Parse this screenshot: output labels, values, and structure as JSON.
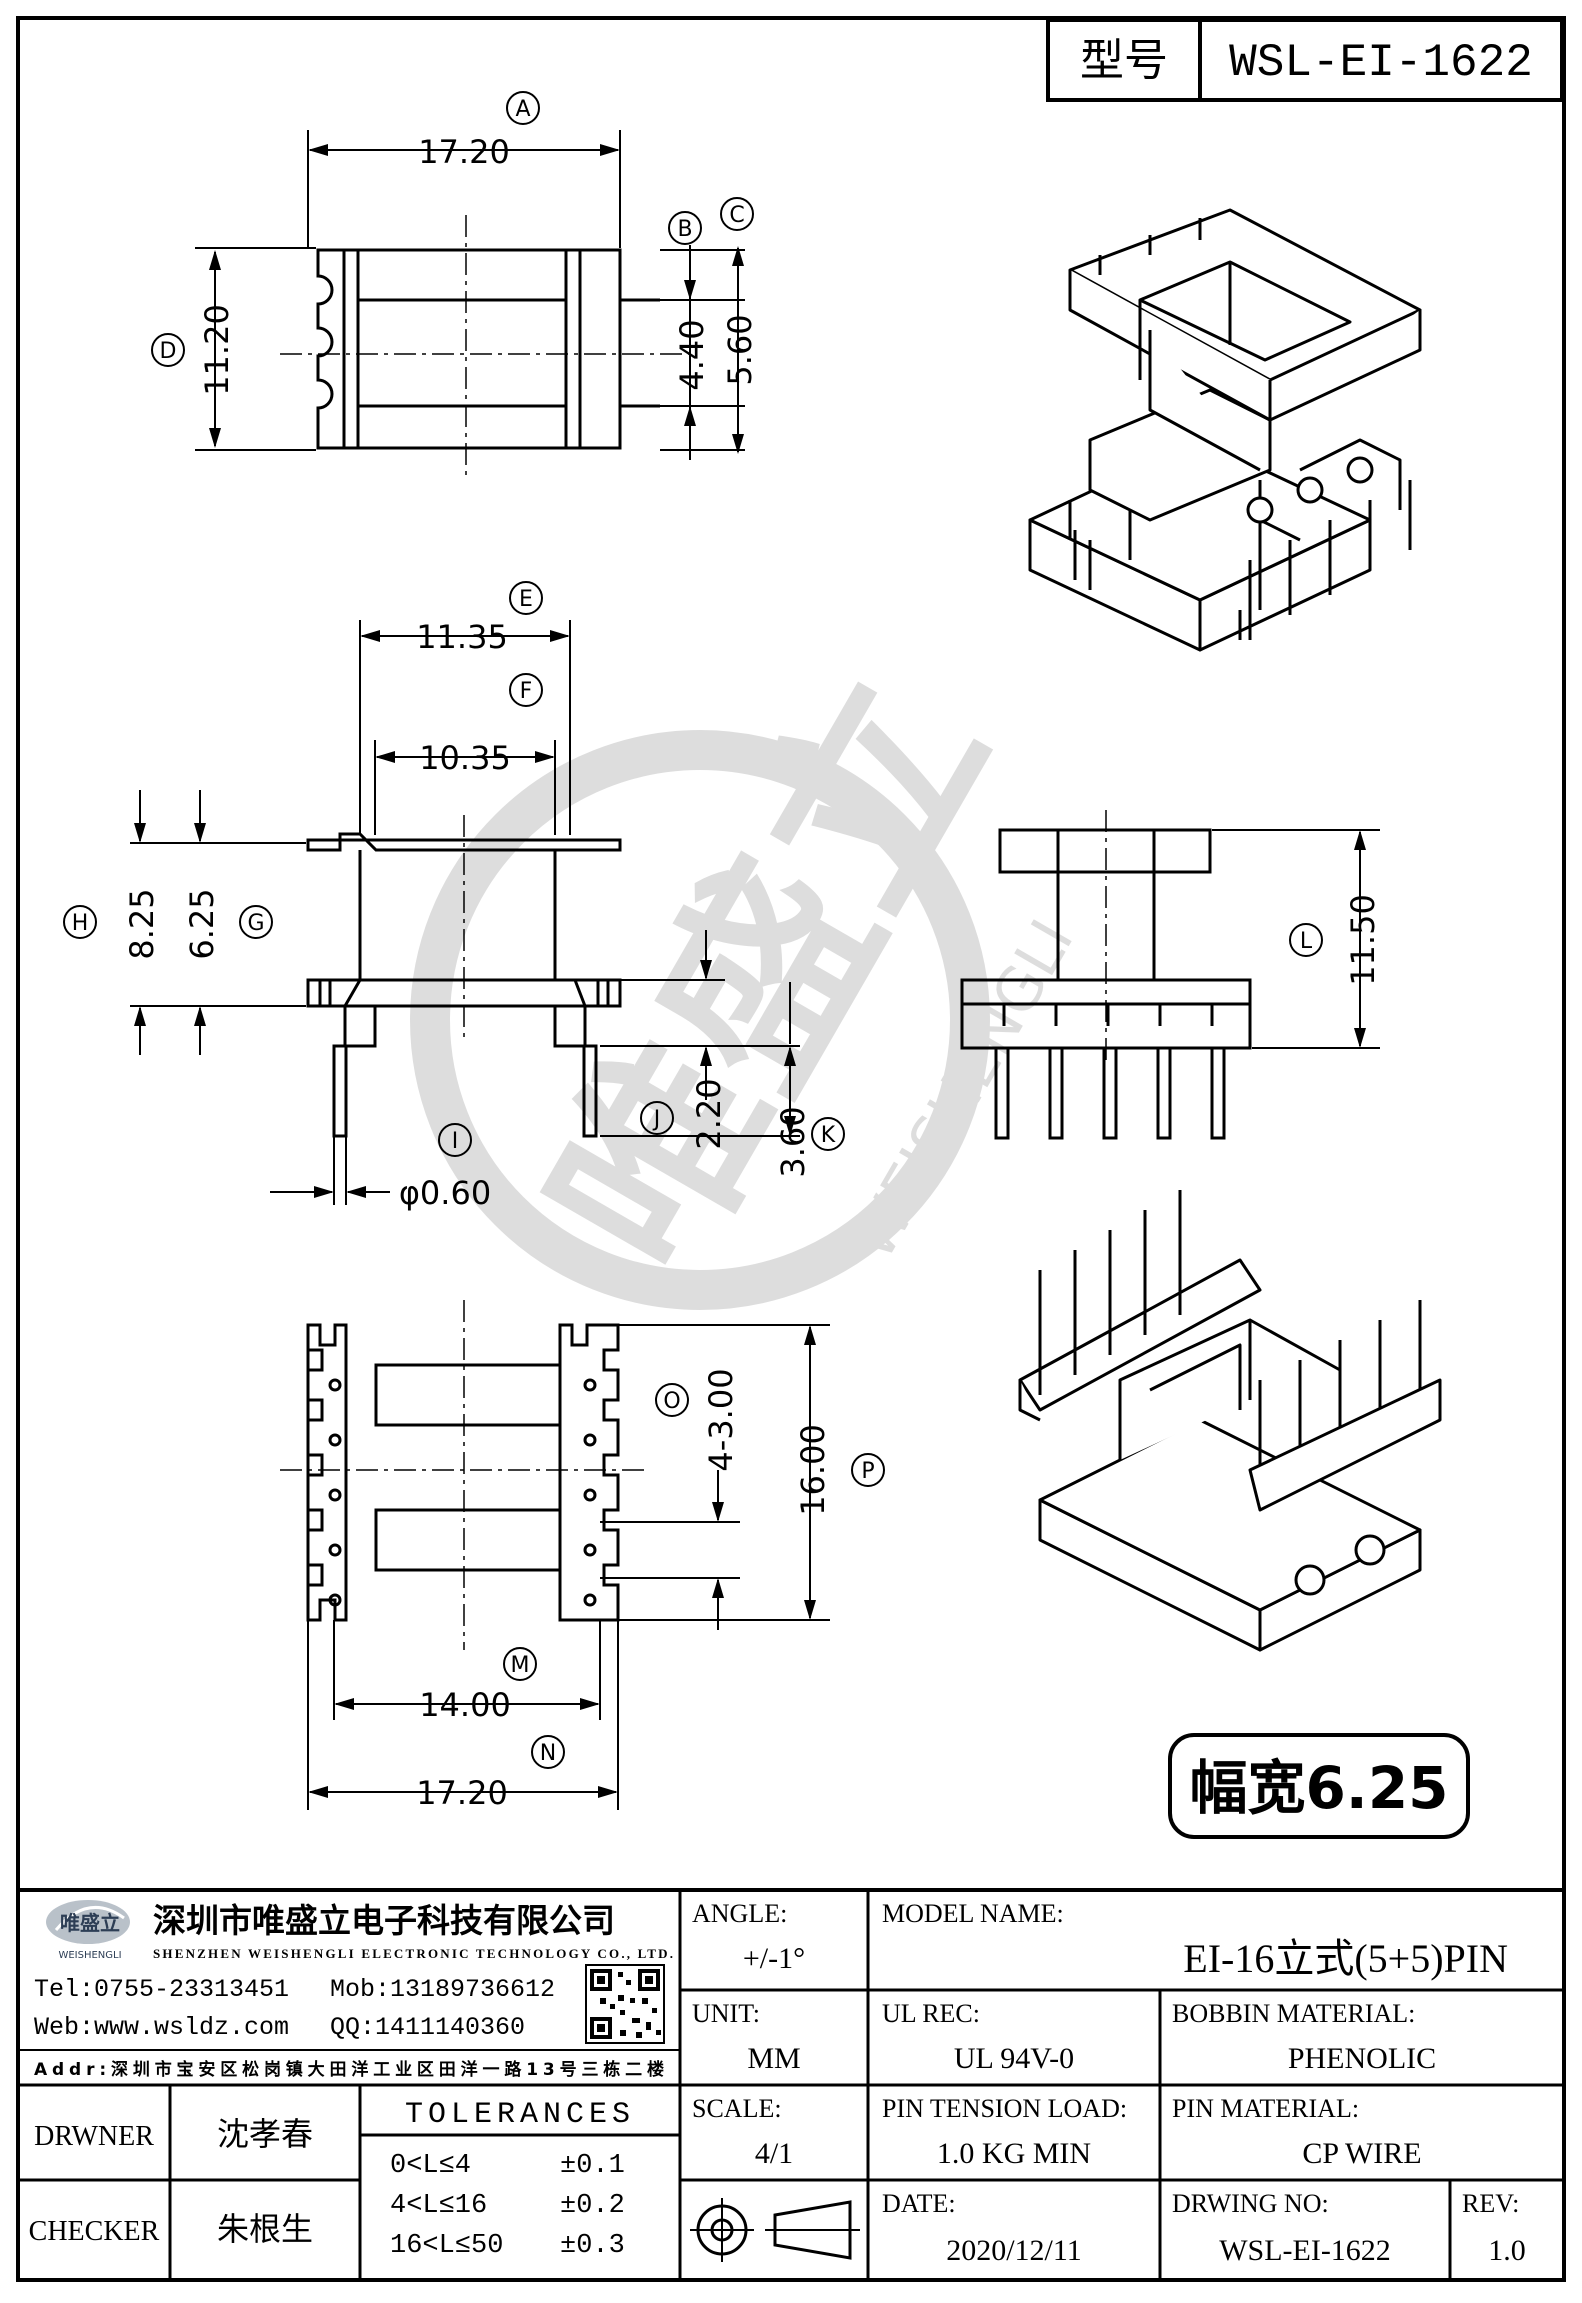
{
  "header": {
    "type_label": "型号",
    "model_code": "WSL-EI-1622"
  },
  "dims": {
    "a": {
      "id": "A",
      "value": "17.20"
    },
    "b": {
      "id": "B",
      "value": "4.40"
    },
    "c": {
      "id": "C",
      "value": "5.60"
    },
    "d": {
      "id": "D",
      "value": "11.20"
    },
    "e": {
      "id": "E",
      "value": "11.35"
    },
    "f": {
      "id": "F",
      "value": "10.35"
    },
    "g": {
      "id": "G",
      "value": "6.25"
    },
    "h": {
      "id": "H",
      "value": "8.25"
    },
    "i": {
      "id": "I",
      "value": "φ0.60"
    },
    "j": {
      "id": "J",
      "value": "2.20"
    },
    "k": {
      "id": "K",
      "value": "3.60"
    },
    "l": {
      "id": "L",
      "value": "11.50"
    },
    "m": {
      "id": "M",
      "value": "14.00"
    },
    "n": {
      "id": "N",
      "value": "17.20"
    },
    "o": {
      "id": "O",
      "value": "4-3.00"
    },
    "p": {
      "id": "P",
      "value": "16.00"
    }
  },
  "width_badge": "幅宽6.25",
  "watermark": {
    "brand": "唯盛立",
    "latin": "WEISHENGLI"
  },
  "company": {
    "logo_text": "唯盛立",
    "logo_sub": "WEISHENGLI",
    "name_cn": "深圳市唯盛立电子科技有限公司",
    "name_en": "SHENZHEN WEISHENGLI ELECTRONIC TECHNOLOGY CO., LTD.",
    "tel": "Tel:0755-23313451",
    "mob": "Mob:13189736612",
    "web": "Web:www.wsldz.com",
    "qq": "QQ:1411140360",
    "addr": "Addr:深圳市宝安区松岗镇大田洋工业区田洋一路13号三栋二楼"
  },
  "people": {
    "drawer_label": "DRWNER",
    "drawer_name": "沈孝春",
    "checker_label": "CHECKER",
    "checker_name": "朱根生"
  },
  "tolerances": {
    "title": "TOLERANCES",
    "rows": [
      {
        "range": "0<L≤4",
        "value": "±0.1"
      },
      {
        "range": "4<L≤16",
        "value": "±0.2"
      },
      {
        "range": "16<L≤50",
        "value": "±0.3"
      }
    ]
  },
  "specs": {
    "angle_label": "ANGLE:",
    "angle_value": "+/-1°",
    "unit_label": "UNIT:",
    "unit_value": "MM",
    "scale_label": "SCALE:",
    "scale_value": "4/1",
    "model_label": "MODEL NAME:",
    "model_value": "EI-16立式(5+5)PIN",
    "ul_label": "UL REC:",
    "ul_value": "UL 94V-0",
    "bobbin_label": "BOBBIN MATERIAL:",
    "bobbin_value": "PHENOLIC",
    "tension_label": "PIN TENSION LOAD:",
    "tension_value": "1.0 KG MIN",
    "pin_label": "PIN MATERIAL:",
    "pin_value": "CP WIRE",
    "date_label": "DATE:",
    "date_value": "2020/12/11",
    "drawing_label": "DRWING NO:",
    "drawing_value": "WSL-EI-1622",
    "rev_label": "REV:",
    "rev_value": "1.0"
  }
}
